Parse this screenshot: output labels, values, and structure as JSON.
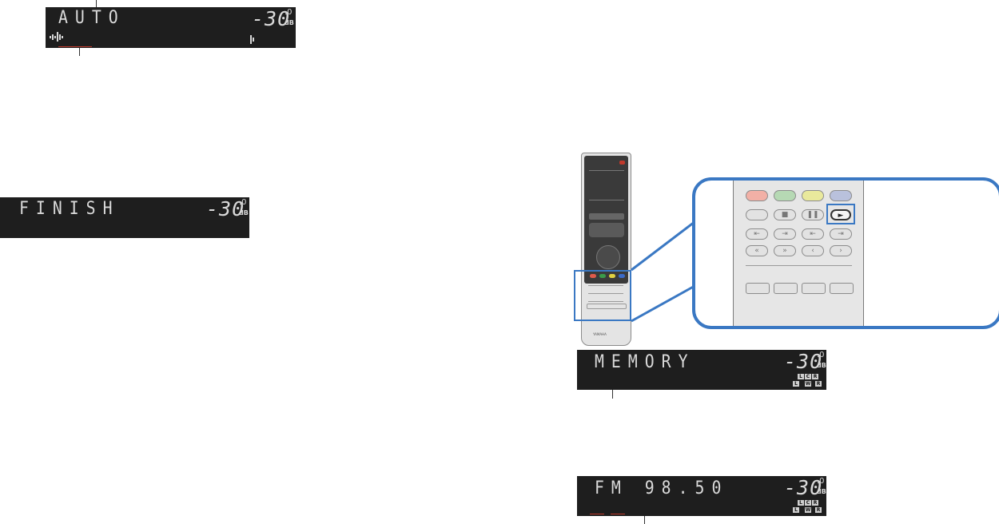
{
  "displays": [
    {
      "id": "auto",
      "text": "AUTO",
      "volume": "-30",
      "volume_decimal": ".0",
      "unit": "dB"
    },
    {
      "id": "finish",
      "text": "FINISH",
      "volume": "-30",
      "volume_decimal": ".0",
      "unit": "dB"
    },
    {
      "id": "memory",
      "text": "MEMORY",
      "volume": "-30",
      "volume_decimal": ".0",
      "unit": "dB"
    },
    {
      "id": "fm",
      "text": "FM 98.50",
      "volume": "-30",
      "volume_decimal": ".0",
      "unit": "dB"
    }
  ],
  "speaker_indicators": {
    "top": [
      "L",
      "C",
      "R"
    ],
    "bottom": [
      "L",
      "W",
      "R"
    ]
  },
  "remote": {
    "brand": "YAMAHA",
    "color_keys": [
      "#e66a5f",
      "#5aa86a",
      "#d6d64e",
      "#6d86c8"
    ],
    "transport_icons": [
      "stop-icon",
      "pause-icon",
      "play-icon"
    ],
    "play_symbol": "►",
    "skip_symbols": [
      "«",
      "»",
      "‹",
      "›"
    ],
    "highlight_color": "#3a78c3"
  }
}
